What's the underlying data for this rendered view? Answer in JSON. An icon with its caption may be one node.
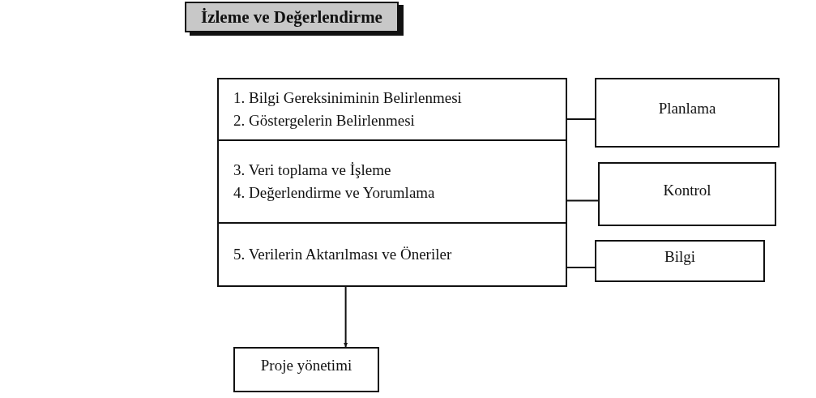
{
  "diagram": {
    "title": "İzleme ve Değerlendirme",
    "nodes": [
      {
        "text": [
          "1. Bilgi Gereksiniminin Belirlenmesi",
          "2. Göstergelerin Belirlenmesi"
        ]
      },
      {
        "text": [
          "3. Veri toplama ve İşleme",
          "4. Değerlendirme ve Yorumlama"
        ]
      },
      {
        "text": [
          "5. Verilerin Aktarılması ve Öneriler"
        ]
      },
      {
        "text": [
          "Planlama"
        ]
      },
      {
        "text": [
          "Kontrol"
        ]
      },
      {
        "text": [
          "Bilgi"
        ]
      },
      {
        "text": [
          "Proje yönetimi"
        ]
      }
    ],
    "edges": [
      {
        "from": 0,
        "to": 3,
        "arrow": "none"
      },
      {
        "from": 1,
        "to": 4,
        "arrow": "none"
      },
      {
        "from": 2,
        "to": 5,
        "arrow": "none"
      },
      {
        "from": 2,
        "to": 6,
        "arrow": "to"
      }
    ]
  }
}
